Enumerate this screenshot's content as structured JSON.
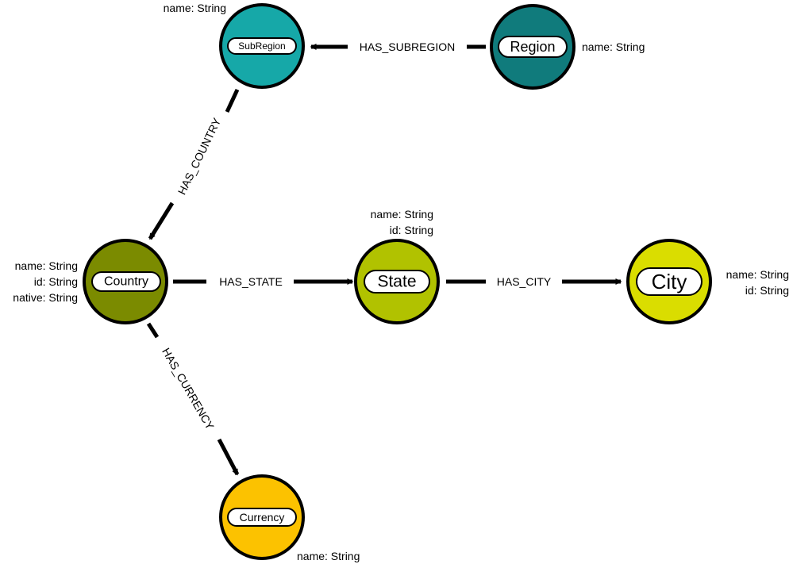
{
  "nodes": {
    "subregion": {
      "label": "SubRegion",
      "color": "#16a8a8",
      "properties": [
        "name: String"
      ]
    },
    "region": {
      "label": "Region",
      "color": "#107b7c",
      "properties": [
        "name: String"
      ]
    },
    "country": {
      "label": "Country",
      "color": "#7b8b00",
      "properties": [
        "name: String",
        "id: String",
        "native: String"
      ]
    },
    "state": {
      "label": "State",
      "color": "#b1c200",
      "properties": [
        "name: String",
        "id: String"
      ]
    },
    "city": {
      "label": "City",
      "color": "#dadd00",
      "properties": [
        "name: String",
        "id: String"
      ]
    },
    "currency": {
      "label": "Currency",
      "color": "#fcc200",
      "properties": [
        "name: String"
      ]
    }
  },
  "edges": {
    "has_subregion": {
      "label": "HAS_SUBREGION"
    },
    "has_country": {
      "label": "HAS_COUNTRY"
    },
    "has_state": {
      "label": "HAS_STATE"
    },
    "has_city": {
      "label": "HAS_CITY"
    },
    "has_currency": {
      "label": "HAS_CURRENCY"
    }
  }
}
